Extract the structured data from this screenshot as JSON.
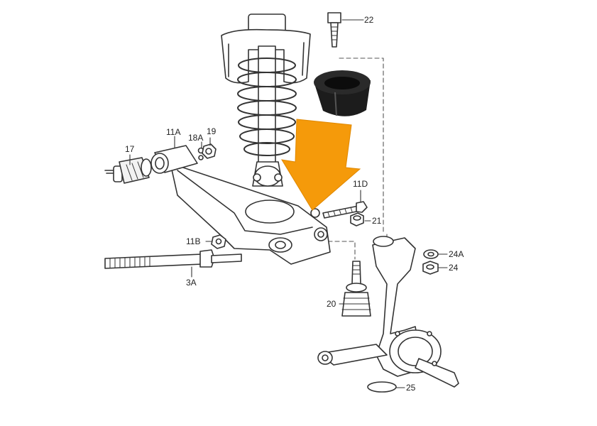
{
  "labels": {
    "l22": "22",
    "l17": "17",
    "l11A": "11A",
    "l18A": "18A",
    "l19": "19",
    "l11D": "11D",
    "l21": "21",
    "l11B": "11B",
    "l3A": "3A",
    "l20": "20",
    "l24A": "24A",
    "l24": "24",
    "l25": "25"
  },
  "colors": {
    "arrow": "#f59a0a",
    "line": "#333333",
    "bushing": "#1a1a1a"
  },
  "icons": {
    "arrow": "down-arrow-icon",
    "bushing": "rubber-bushing-icon"
  }
}
